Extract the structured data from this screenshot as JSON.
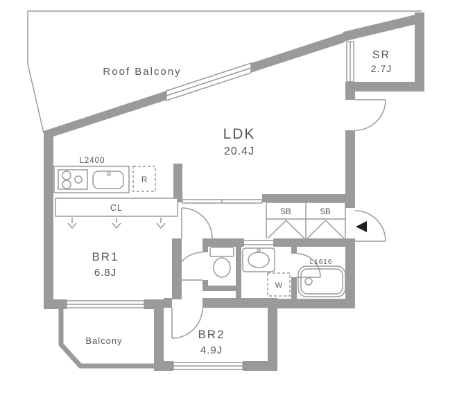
{
  "colors": {
    "background": "#ffffff",
    "wall": "#9a9a9a",
    "line": "#9a9a9a",
    "text": "#565656",
    "entrance_marker": "#1f1f1f"
  },
  "rooms": {
    "roof_balcony": {
      "label": "Roof Balcony"
    },
    "sr": {
      "label": "SR",
      "size": "2.7J"
    },
    "ldk": {
      "label": "LDK",
      "size": "20.4J"
    },
    "br1": {
      "label": "BR1",
      "size": "6.8J"
    },
    "br2": {
      "label": "BR2",
      "size": "4.9J"
    },
    "balcony": {
      "label": "Balcony"
    }
  },
  "fixtures": {
    "kitchen_counter": {
      "label": "L2400"
    },
    "refrigerator": {
      "label": "R"
    },
    "closet": {
      "label": "CL"
    },
    "shoe_box_left": {
      "label": "SB"
    },
    "shoe_box_right": {
      "label": "SB"
    },
    "bathtub": {
      "label": "L1616"
    },
    "washer": {
      "label": "W"
    }
  }
}
